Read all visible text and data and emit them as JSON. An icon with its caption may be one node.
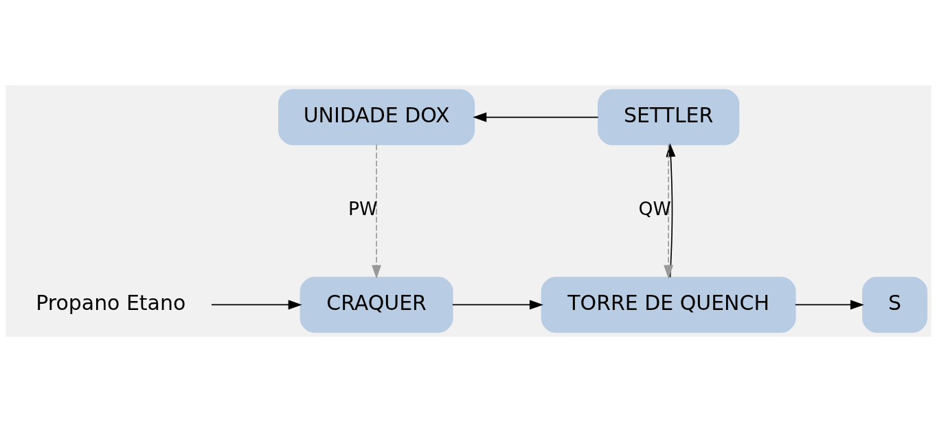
{
  "diagram": {
    "nodes": [
      {
        "text": [
          "Propano Etano"
        ]
      },
      {
        "text": [
          "CRAQUER"
        ]
      },
      {
        "text": [
          "TORRE DE QUENCH"
        ]
      },
      {
        "text": [
          "S"
        ]
      },
      {
        "text": [
          "SETTLER"
        ]
      },
      {
        "text": [
          "UNIDADE DOX"
        ]
      }
    ],
    "edges": [
      {
        "from": 0,
        "to": 1,
        "arrow": "to"
      },
      {
        "from": 1,
        "to": 2,
        "arrow": "to"
      },
      {
        "from": 2,
        "to": 3,
        "arrow": "to"
      },
      {
        "from": 2,
        "to": 4,
        "arrow": "to"
      },
      {
        "from": 4,
        "to": 5,
        "arrow": "to"
      },
      {
        "from": 5,
        "to": 1,
        "arrow": "to",
        "label": "PW",
        "style": "dashed",
        "color": "#999999"
      },
      {
        "from": 4,
        "to": 2,
        "arrow": "to",
        "label": "QW",
        "style": "dashed",
        "color": "#999999"
      }
    ]
  }
}
